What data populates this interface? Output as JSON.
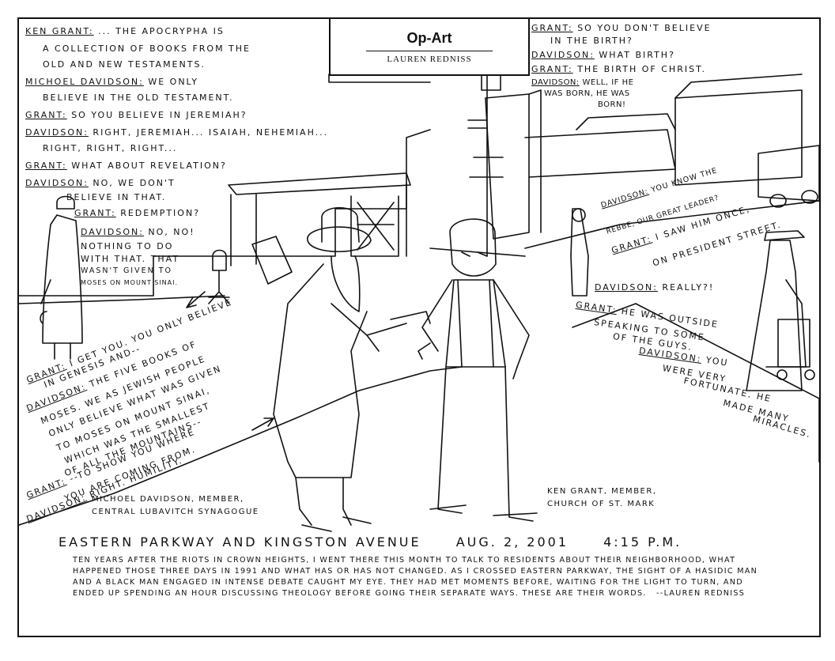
{
  "masthead": {
    "title": "Op-Art",
    "author": "LAUREN REDNISS"
  },
  "dialogue_left": [
    {
      "speaker": "KEN GRANT:",
      "lines": [
        "... THE APOCRYPHA IS",
        "A COLLECTION OF BOOKS FROM THE",
        "OLD AND NEW TESTAMENTS."
      ]
    },
    {
      "speaker": "MICHOEL DAVIDSON:",
      "lines": [
        "WE ONLY",
        "BELIEVE IN THE OLD TESTAMENT."
      ]
    },
    {
      "speaker": "GRANT:",
      "lines": [
        "SO YOU BELIEVE IN JEREMIAH?"
      ]
    },
    {
      "speaker": "DAVIDSON:",
      "lines": [
        "RIGHT, JEREMIAH... ISAIAH, NEHEMIAH...",
        "RIGHT, RIGHT, RIGHT..."
      ]
    },
    {
      "speaker": "GRANT:",
      "lines": [
        "WHAT ABOUT REVELATION?"
      ]
    },
    {
      "speaker": "DAVIDSON:",
      "lines": [
        "NO, WE DON'T",
        "BELIEVE IN THAT."
      ]
    },
    {
      "speaker": "GRANT:",
      "lines": [
        "REDEMPTION?"
      ]
    },
    {
      "speaker": "DAVIDSON:",
      "lines": [
        "NO, NO!",
        "NOTHING TO DO",
        "WITH THAT. THAT",
        "WASN'T GIVEN TO",
        "MOSES ON MOUNT SINAI."
      ]
    }
  ],
  "dialogue_right_top": [
    {
      "speaker": "GRANT:",
      "lines": [
        "SO YOU DON'T BELIEVE",
        "IN THE BIRTH?"
      ]
    },
    {
      "speaker": "DAVIDSON:",
      "lines": [
        "WHAT BIRTH?"
      ]
    },
    {
      "speaker": "GRANT:",
      "lines": [
        "THE BIRTH OF CHRIST."
      ]
    },
    {
      "speaker": "DAVIDSON:",
      "lines": [
        "WELL, IF HE",
        "WAS BORN, HE WAS",
        "BORN!"
      ]
    }
  ],
  "dialogue_right_street": [
    {
      "speaker": "DAVIDSON:",
      "lines": [
        "YOU KNOW THE",
        "REBBE, OUR GREAT LEADER?"
      ]
    },
    {
      "speaker": "GRANT:",
      "lines": [
        "I SAW HIM ONCE,",
        "ON PRESIDENT STREET."
      ]
    },
    {
      "speaker": "DAVIDSON:",
      "lines": [
        "REALLY?!"
      ]
    },
    {
      "speaker": "GRANT:",
      "lines": [
        "HE WAS OUTSIDE",
        "SPEAKING TO SOME",
        "OF THE GUYS."
      ]
    },
    {
      "speaker": "DAVIDSON:",
      "lines": [
        "YOU",
        "WERE VERY",
        "FORTUNATE. HE",
        "MADE MANY",
        "MIRACLES."
      ]
    }
  ],
  "dialogue_left_street": [
    {
      "speaker": "GRANT:",
      "lines": [
        "I GET YOU. YOU ONLY BELIEVE",
        "IN GENESIS AND--"
      ]
    },
    {
      "speaker": "DAVIDSON:",
      "lines": [
        "THE FIVE BOOKS OF",
        "MOSES. WE AS JEWISH PEOPLE",
        "ONLY BELIEVE WHAT WAS GIVEN",
        "TO MOSES ON MOUNT SINAI,",
        "WHICH WAS THE SMALLEST",
        "OF ALL THE MOUNTAINS--"
      ]
    },
    {
      "speaker": "GRANT:",
      "lines": [
        "--TO SHOW YOU WHERE",
        "YOU ARE COMING FROM."
      ]
    },
    {
      "speaker": "DAVIDSON:",
      "lines": [
        "RIGHT. HUMILITY."
      ]
    }
  ],
  "captions": {
    "davidson": [
      "MICHOEL DAVIDSON, MEMBER,",
      "CENTRAL LUBAVITCH SYNAGOGUE"
    ],
    "grant": [
      "KEN GRANT, MEMBER,",
      "CHURCH OF ST. MARK"
    ]
  },
  "headline": {
    "location": "EASTERN PARKWAY AND KINGSTON AVENUE",
    "date": "AUG. 2, 2001",
    "time": "4:15 P.M."
  },
  "intro": "TEN YEARS AFTER THE RIOTS IN CROWN HEIGHTS, I WENT THERE THIS MONTH TO TALK TO RESIDENTS ABOUT THEIR NEIGHBORHOOD, WHAT HAPPENED THOSE THREE DAYS IN 1991 AND WHAT HAS OR HAS NOT CHANGED. AS I CROSSED EASTERN PARKWAY, THE SIGHT OF A HASIDIC MAN AND A BLACK MAN ENGAGED IN INTENSE DEBATE CAUGHT MY EYE. THEY HAD MET MOMENTS BEFORE, WAITING FOR THE LIGHT TO TURN, AND ENDED UP SPENDING AN HOUR DISCUSSING THEOLOGY BEFORE GOING THEIR SEPARATE WAYS. THESE ARE THEIR WORDS.",
  "signature": "--LAUREN REDNISS"
}
